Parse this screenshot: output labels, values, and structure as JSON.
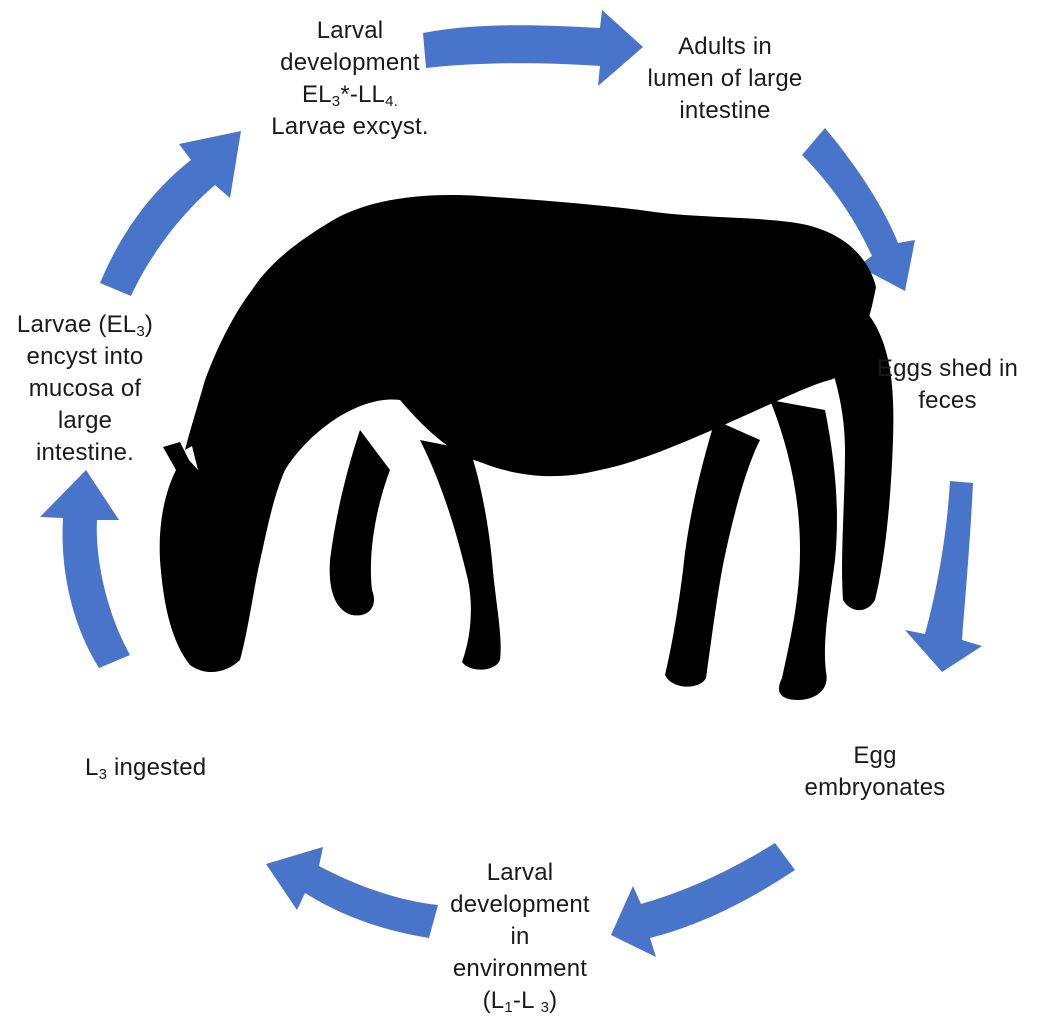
{
  "colors": {
    "arrow": "#4874c9",
    "silhouette": "#000000",
    "text": "#1a1a1a",
    "background": "#ffffff"
  },
  "icons": {
    "center": "grazing-horse-silhouette-icon",
    "cycle_arrows": "curved-arrow-icon"
  },
  "stages": {
    "larval_development_host": {
      "line1": "Larval",
      "line2": "development",
      "line3_a": "EL",
      "line3_sub1": "3",
      "line3_b": "*-LL",
      "line3_sub2": "4.",
      "line4": "Larvae excyst."
    },
    "adults": {
      "line1": "Adults in",
      "line2": "lumen of large",
      "line3": "intestine"
    },
    "eggs_shed": {
      "line1": "Eggs shed in",
      "line2": "feces"
    },
    "egg_embryonates": {
      "line1": "Egg",
      "line2": "embryonates"
    },
    "larval_development_environment": {
      "line1": "Larval",
      "line2": "development",
      "line3": "in",
      "line4": "environment",
      "line5_a": "(L",
      "line5_sub1": "1",
      "line5_b": "-L ",
      "line5_sub2": "3",
      "line5_c": ")"
    },
    "l3_ingested": {
      "prefix": "L",
      "sub": "3",
      "suffix": " ingested"
    },
    "larvae_encyst": {
      "line1_a": "Larvae (EL",
      "line1_sub": "3",
      "line1_b": ")",
      "line2": "encyst into",
      "line3": "mucosa of",
      "line4": "large",
      "line5": "intestine."
    }
  }
}
